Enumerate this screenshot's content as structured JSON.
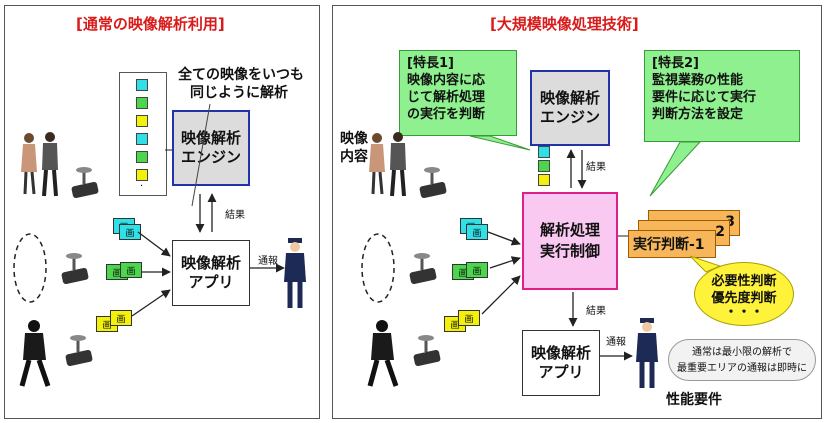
{
  "left": {
    "title": "[通常の映像解析利用]",
    "caption_line1": "全ての映像をいつも",
    "caption_line2": "同じように解析",
    "engine_line1": "映像解析",
    "engine_line2": "エンジン",
    "result_label": "結果",
    "app_line1": "映像解析",
    "app_line2": "アプリ",
    "report_label": "通報",
    "frame_label": "画"
  },
  "right": {
    "title": "[大規模映像処理技術]",
    "feature1_line1": "[特長1]",
    "feature1_line2": "映像内容に応",
    "feature1_line3": "じて解析処理",
    "feature1_line4": "の実行を判断",
    "feature2_line1": "[特長2]",
    "feature2_line2": "監視業務の性能",
    "feature2_line3": "要件に応じて実行",
    "feature2_line4": "判断方法を設定",
    "engine_line1": "映像解析",
    "engine_line2": "エンジン",
    "video_content_line1": "映像",
    "video_content_line2": "内容",
    "result_label_top": "結果",
    "ctrl_line1": "解析処理",
    "ctrl_line2": "実行制御",
    "judge_front": "実行判断-1",
    "judge_mid_suffix": "2",
    "judge_back_suffix": "3",
    "bubble_line1": "必要性判断",
    "bubble_line2": "優先度判断",
    "bubble_line3": "・・・",
    "result_label_bottom": "結果",
    "app_line1": "映像解析",
    "app_line2": "アプリ",
    "report_label": "通報",
    "cloud_line1": "通常は最小限の解析で",
    "cloud_line2": "最重要エリアの通報は即時に",
    "perf_label": "性能要件",
    "frame_label": "画"
  },
  "colors": {
    "title_red": "#d81b1b",
    "engine_border": "#2233aa",
    "ctrl_border": "#e0208a",
    "ctrl_fill": "#f9c9f2",
    "callout_green": "#8ef08e",
    "orange": "#f7b65a",
    "yellow": "#fff23a",
    "frame_cyan": "#2fe0e6",
    "frame_green": "#4cd64c",
    "frame_yellow": "#f3f10a"
  }
}
